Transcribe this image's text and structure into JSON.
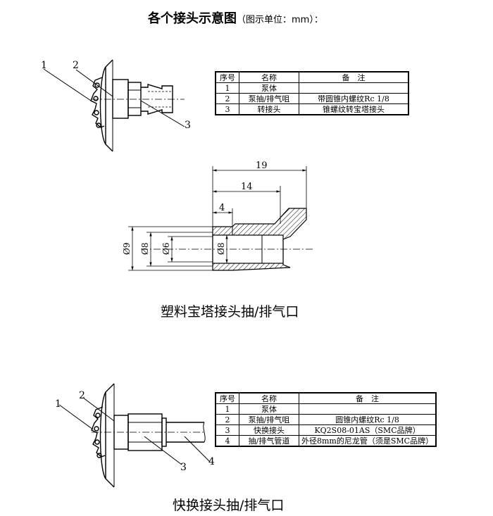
{
  "header": {
    "title": "各个接头示意图",
    "unit_note": "（图示单位：mm）："
  },
  "figure1": {
    "callouts": [
      "1",
      "2",
      "3"
    ],
    "table": {
      "headers": [
        "序号",
        "名称",
        "备　注"
      ],
      "rows": [
        [
          "1",
          "泵体",
          ""
        ],
        [
          "2",
          "泵抽/排气咀",
          "带圆锥内螺纹Rc 1/8"
        ],
        [
          "3",
          "转接头",
          "锥螺纹转宝塔接头"
        ]
      ]
    }
  },
  "figure2": {
    "dimensions": {
      "d19": "19",
      "d14": "14",
      "d4": "4",
      "dia9": "Ø9",
      "dia8a": "Ø8",
      "dia6": "Ø6",
      "dia8b": "Ø8"
    },
    "caption": "塑料宝塔接头抽/排气口"
  },
  "figure3": {
    "callouts": [
      "1",
      "2",
      "3",
      "4"
    ],
    "table": {
      "headers": [
        "序号",
        "名称",
        "备　注"
      ],
      "rows": [
        [
          "1",
          "泵体",
          ""
        ],
        [
          "2",
          "泵抽/排气咀",
          "圆锥内螺纹Rc 1/8"
        ],
        [
          "3",
          "快换接头",
          "KQ2S08-01AS（SMC品牌）"
        ],
        [
          "4",
          "抽/排气管道",
          "外径8mm的尼龙管（须是SMC品牌）"
        ]
      ]
    },
    "caption": "快换接头抽/排气口"
  }
}
